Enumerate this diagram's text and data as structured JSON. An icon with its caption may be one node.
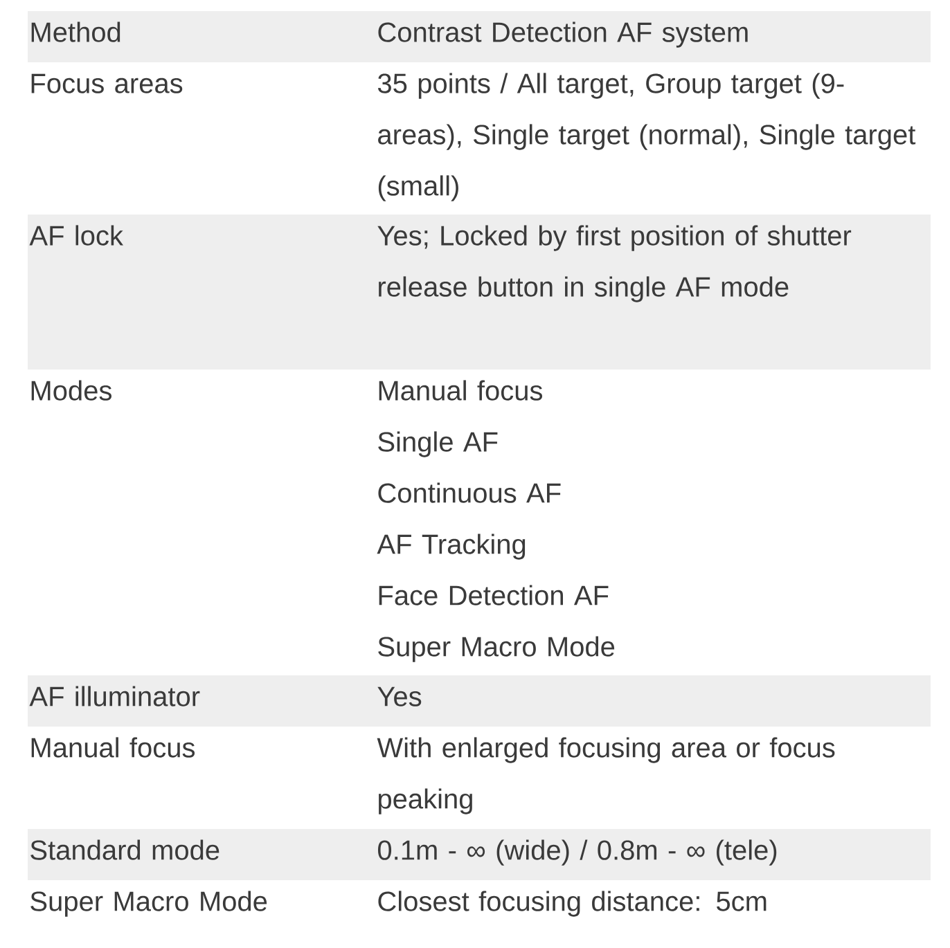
{
  "diagram": {
    "labels": [
      "Method",
      "Contrast Detection AF system",
      "Focus areas",
      "35 points / All target, Group target (9-areas), Single target (normal), Single target (small)",
      "AF lock",
      "Yes; Locked by first position of shutter release button in single AF mode",
      "Modes",
      "Manual focus",
      "Single AF",
      "Continuous AF",
      "AF Tracking",
      "Face Detection AF",
      "Super Macro Mode",
      "AF illuminator",
      "Yes",
      "Manual focus",
      "With enlarged focusing area or focus peaking",
      "Standard mode",
      "0.1m - ∞ (wide) / 0.8m - ∞ (tele)",
      "Super Macro Mode",
      "Closest focusing distance: 5cm"
    ]
  }
}
